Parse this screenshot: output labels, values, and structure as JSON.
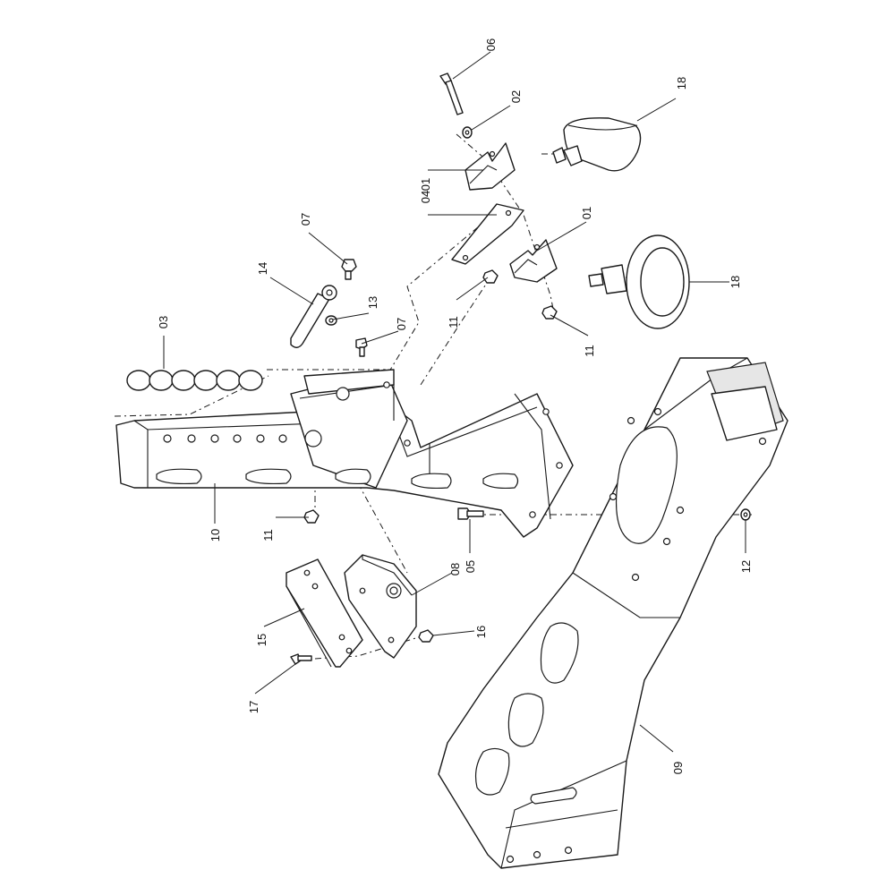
{
  "diagram": {
    "type": "exploded-parts-view",
    "callouts": {
      "c01a": "01",
      "c01b": "01",
      "c02": "02",
      "c03": "03",
      "c04": "04",
      "c05": "05",
      "c06": "06",
      "c07a": "07",
      "c07b": "07",
      "c08": "08",
      "c09": "09",
      "c10": "10",
      "c11a": "11",
      "c11b": "11",
      "c11c": "11",
      "c12": "12",
      "c13": "13",
      "c14": "14",
      "c15": "15",
      "c16": "16",
      "c17": "17",
      "c18a": "18",
      "c18b": "18"
    }
  }
}
